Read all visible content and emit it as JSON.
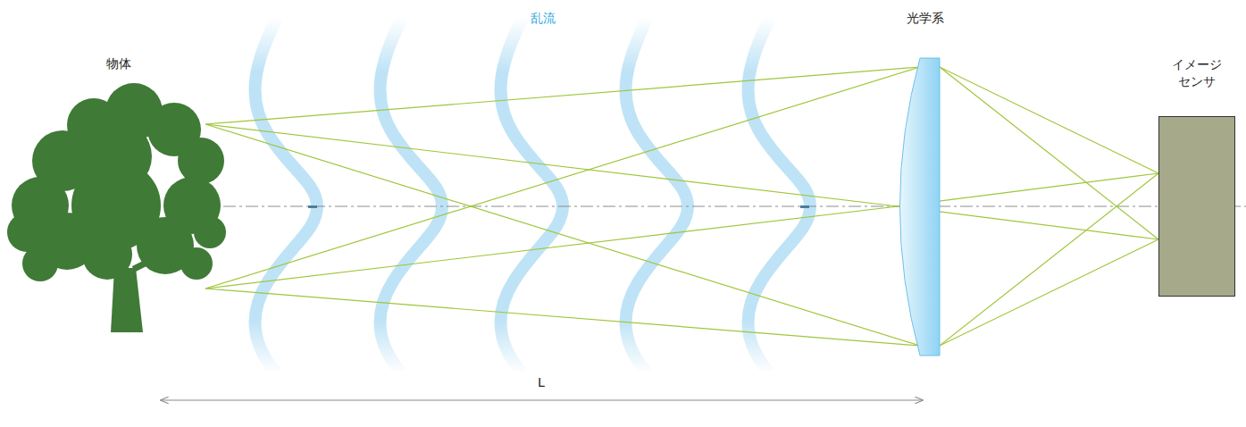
{
  "diagram": {
    "nodes": [
      {
        "text": [
          "イメージ センサ"
        ]
      }
    ],
    "labels": [
      "物体",
      "乱流",
      "光学系",
      "L"
    ]
  }
}
